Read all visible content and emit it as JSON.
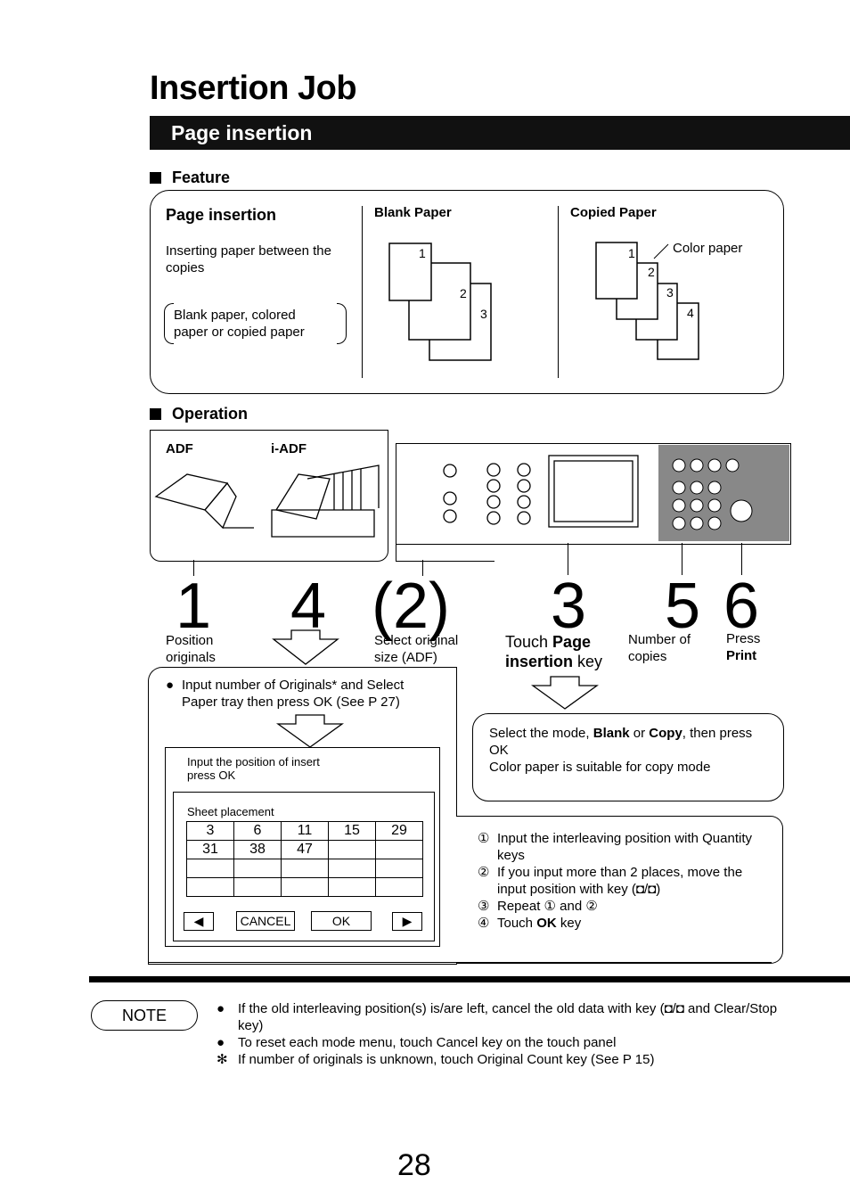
{
  "title": "Insertion Job",
  "section_bar": "Page insertion",
  "feature": {
    "heading": "Feature",
    "col1_title": "Page insertion",
    "col1_text": "Inserting paper between the copies",
    "col1_note": "Blank paper, colored paper or copied paper",
    "col2_title": "Blank Paper",
    "col3_title": "Copied Paper",
    "color_paper_label": "Color paper",
    "sheet_numbers": [
      "1",
      "2",
      "3"
    ],
    "copied_numbers": [
      "1",
      "2",
      "3",
      "4"
    ]
  },
  "operation": {
    "heading": "Operation",
    "adf_label": "ADF",
    "iadf_label": "i-ADF",
    "steps": [
      {
        "num": "1",
        "text": "Position originals"
      },
      {
        "num": "4",
        "text": ""
      },
      {
        "num": "(2)",
        "text": "Select original size (ADF)"
      },
      {
        "num": "3",
        "text_pre": "Touch ",
        "text_bold": "Page insertion",
        "text_post": " key"
      },
      {
        "num": "5",
        "text": "Number of copies"
      },
      {
        "num": "6",
        "text_pre": "Press",
        "text_bold": "Print"
      }
    ],
    "left_instruction": "Input number of Originals* and Select Paper tray then press OK (See P 27)",
    "screen_prompt_line1": "Input the position of insert",
    "screen_prompt_line2": "press OK",
    "sheet_placement_label": "Sheet placement",
    "grid_rows": [
      [
        "3",
        "6",
        "11",
        "15",
        "29"
      ],
      [
        "31",
        "38",
        "47",
        "",
        ""
      ],
      [
        "",
        "",
        "",
        "",
        ""
      ],
      [
        "",
        "",
        "",
        "",
        ""
      ]
    ],
    "cancel_label": "CANCEL",
    "ok_label": "OK",
    "mode_text_pre": "Select the mode, ",
    "mode_blank": "Blank",
    "mode_or": " or ",
    "mode_copy": "Copy",
    "mode_text_post": ", then press OK",
    "mode_note": "Color paper is suitable for copy mode",
    "list": [
      {
        "mark": "①",
        "text": "Input the interleaving position with Quantity keys"
      },
      {
        "mark": "②",
        "text": "If you input more than 2 places, move the input position with key (◘/◘)"
      },
      {
        "mark": "③",
        "text": "Repeat ① and ②"
      },
      {
        "mark": "④",
        "text_pre": "Touch ",
        "text_bold": "OK",
        "text_post": " key"
      }
    ]
  },
  "note": {
    "label": "NOTE",
    "items": [
      {
        "mark": "●",
        "text": "If the old interleaving position(s) is/are left, cancel the old data with key (◘/◘ and Clear/Stop key)"
      },
      {
        "mark": "●",
        "text": "To reset each mode menu, touch Cancel key on the touch panel"
      },
      {
        "mark": "✻",
        "text": "If number of originals is unknown, touch Original Count key (See P 15)"
      }
    ]
  },
  "page_number": "28"
}
